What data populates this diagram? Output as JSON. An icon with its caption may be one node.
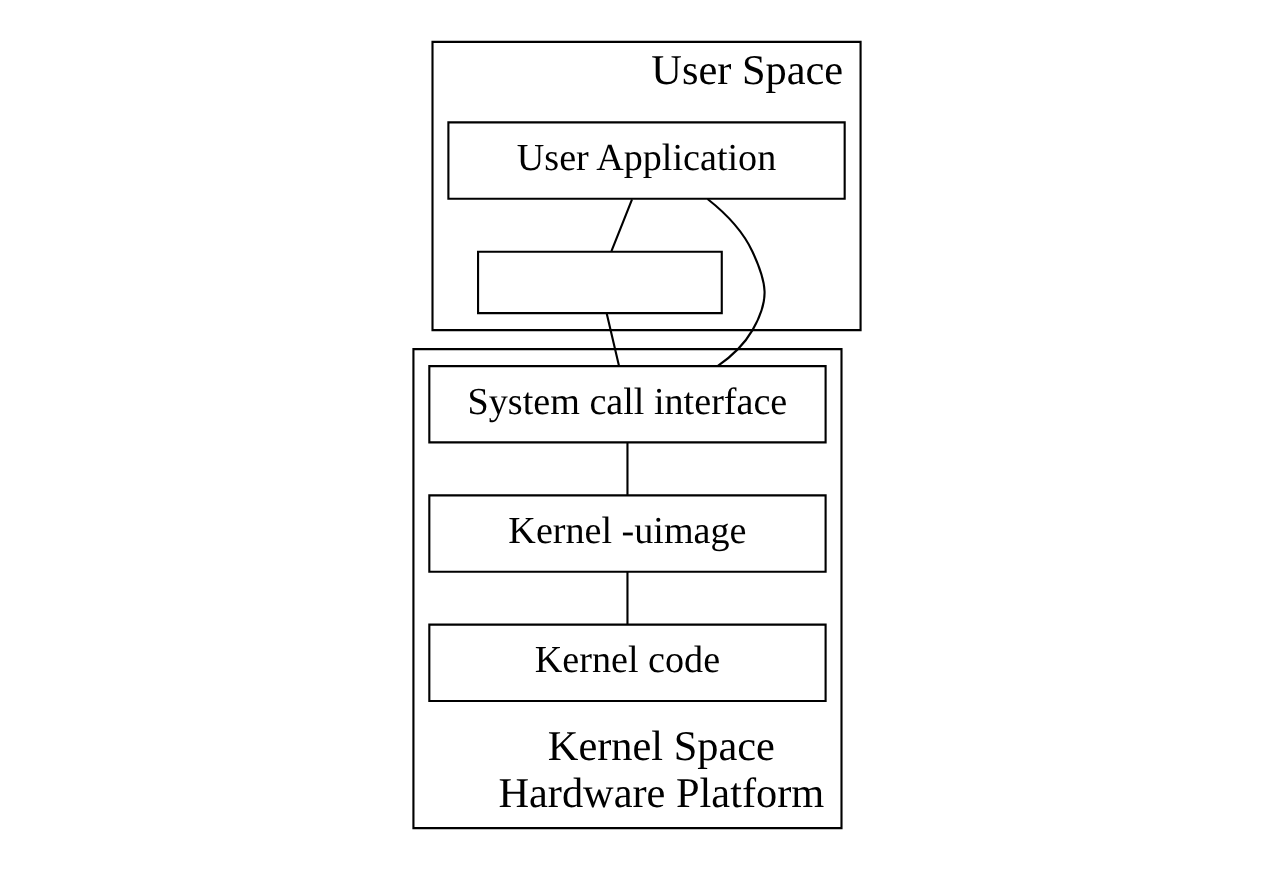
{
  "diagram": {
    "nodes": [
      {
        "text": [
          "User Space"
        ]
      },
      {
        "text": [
          "User Application"
        ],
        "in": 0
      },
      {
        "text": [],
        "shape": "box",
        "in": 0
      },
      {
        "text": [
          "Kernel Space",
          "Hardware Platform"
        ]
      },
      {
        "text": [
          "System call interface"
        ],
        "in": 3
      },
      {
        "text": [
          "Kernel -uimage"
        ],
        "in": 3
      },
      {
        "text": [
          "Kernel code"
        ],
        "in": 3
      }
    ],
    "edges": [
      {
        "from": 1,
        "to": 2,
        "arrow": "none"
      },
      {
        "from": 1,
        "to": 4,
        "arrow": "none"
      },
      {
        "from": 2,
        "to": 4,
        "arrow": "none"
      },
      {
        "from": 4,
        "to": 5,
        "arrow": "none"
      },
      {
        "from": 5,
        "to": 6,
        "arrow": "none"
      }
    ]
  }
}
